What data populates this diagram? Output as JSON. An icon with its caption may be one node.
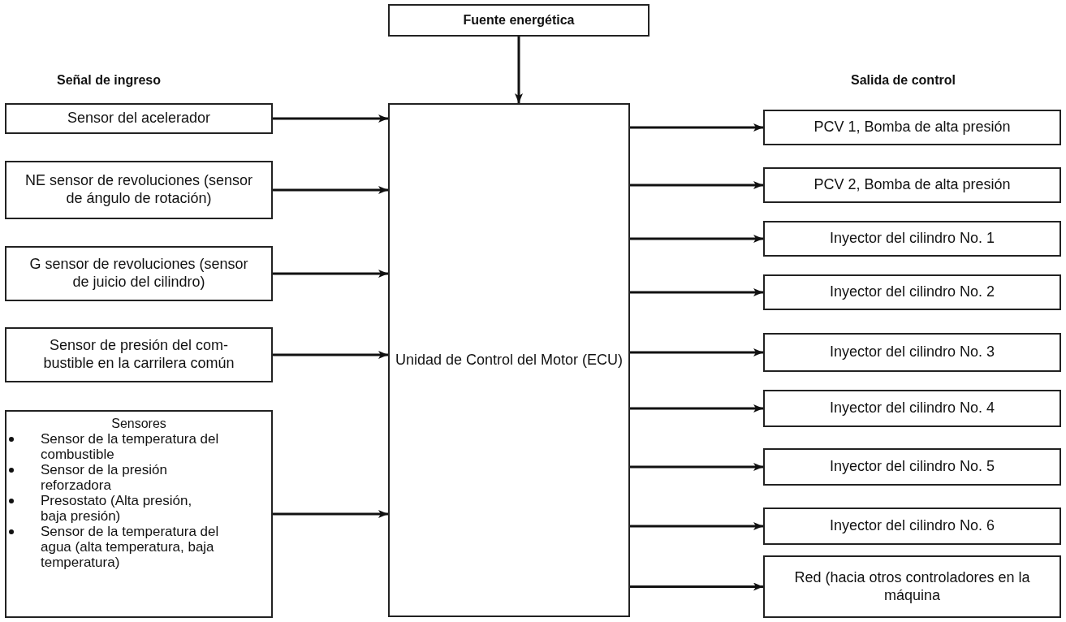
{
  "diagram": {
    "nodes": [
      {
        "text": [
          "Fuente energética"
        ]
      },
      {
        "text": [
          "Unidad de Control del Motor (ECU)"
        ]
      },
      {
        "text": [
          "Sensor del acelerador"
        ]
      },
      {
        "text": [
          "NE sensor de revoluciones (sensor de ángulo de rotación)"
        ]
      },
      {
        "text": [
          "G sensor de revoluciones (sensor de juicio del cilindro)"
        ]
      },
      {
        "text": [
          "Sensor de presión del com- bustible en la carrilera común"
        ]
      },
      {
        "text": [
          "Sensores",
          "Sensor de la temperatura del combustible",
          "Sensor de la presión reforzadora",
          "Presostato (Alta presión, baja presión)",
          "Sensor de la temperatura del agua (alta temperatura, baja temperatura)"
        ]
      },
      {
        "text": [
          "PCV 1, Bomba de alta presión"
        ]
      },
      {
        "text": [
          "PCV 2, Bomba de alta presión"
        ]
      },
      {
        "text": [
          "Inyector del cilindro No. 1"
        ]
      },
      {
        "text": [
          "Inyector del cilindro No. 2"
        ]
      },
      {
        "text": [
          "Inyector del cilindro No. 3"
        ]
      },
      {
        "text": [
          "Inyector del cilindro No. 4"
        ]
      },
      {
        "text": [
          "Inyector del cilindro No. 5"
        ]
      },
      {
        "text": [
          "Inyector del cilindro No. 6"
        ]
      },
      {
        "text": [
          "Red (hacia otros controladores en la máquina"
        ]
      }
    ],
    "edges": [
      {
        "from": 0,
        "to": 1,
        "arrow": "to"
      },
      {
        "from": 2,
        "to": 1,
        "arrow": "to"
      },
      {
        "from": 3,
        "to": 1,
        "arrow": "to"
      },
      {
        "from": 4,
        "to": 1,
        "arrow": "to"
      },
      {
        "from": 5,
        "to": 1,
        "arrow": "to"
      },
      {
        "from": 6,
        "to": 1,
        "arrow": "to"
      },
      {
        "from": 1,
        "to": 7,
        "arrow": "to"
      },
      {
        "from": 1,
        "to": 8,
        "arrow": "to"
      },
      {
        "from": 1,
        "to": 9,
        "arrow": "to"
      },
      {
        "from": 1,
        "to": 10,
        "arrow": "to"
      },
      {
        "from": 1,
        "to": 11,
        "arrow": "to"
      },
      {
        "from": 1,
        "to": 12,
        "arrow": "to"
      },
      {
        "from": 1,
        "to": 13,
        "arrow": "to"
      },
      {
        "from": 1,
        "to": 14,
        "arrow": "to"
      },
      {
        "from": 1,
        "to": 15,
        "arrow": "to"
      }
    ],
    "labels": [
      "Señal de ingreso",
      "Salida de control"
    ]
  }
}
